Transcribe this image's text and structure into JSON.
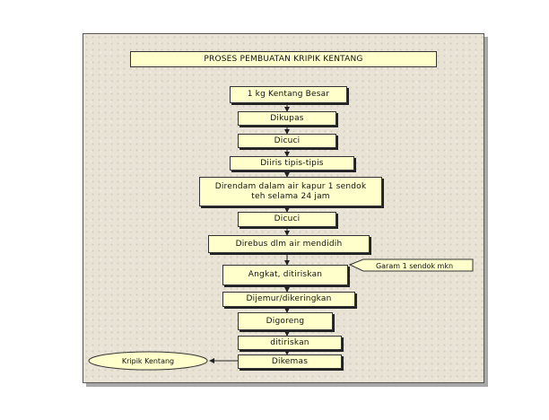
{
  "title": "PROSES PEMBUATAN KRIPIK KENTANG",
  "steps": [
    "1 kg Kentang Besar",
    "Dikupas",
    "Dicuci",
    "Diiris tipis-tipis",
    "Direndam dalam air kapur 1 sendok teh selama 24 jam",
    "Dicuci",
    "Direbus dlm air mendidih",
    "Angkat, ditiriskan",
    "Dijemur/dikeringkan",
    "Digoreng",
    "ditiriskan",
    "Dikemas"
  ],
  "callout": "Garam 1 sendok mkn",
  "result": "Kripik Kentang",
  "colors": {
    "box_fill": "#ffffcc",
    "border": "#333333",
    "background": "#e9e3d6"
  }
}
